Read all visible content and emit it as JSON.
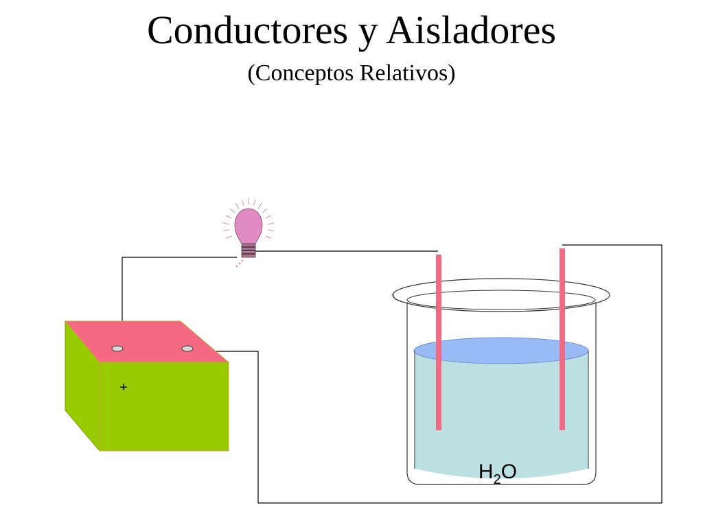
{
  "slide": {
    "title": "Conductores y Aisladores",
    "subtitle": "(Conceptos Relativos)"
  },
  "battery": {
    "plus_label": "+"
  },
  "beaker": {
    "formula_h": "H",
    "formula_sub": "2",
    "formula_o": "O"
  },
  "colors": {
    "battery_top": "#f46a83",
    "battery_side": "#99cc00",
    "electrode": "#f06a84",
    "water": "#bde0e3",
    "water_surface": "#99bbf5",
    "bulb": "#de8cc1"
  }
}
